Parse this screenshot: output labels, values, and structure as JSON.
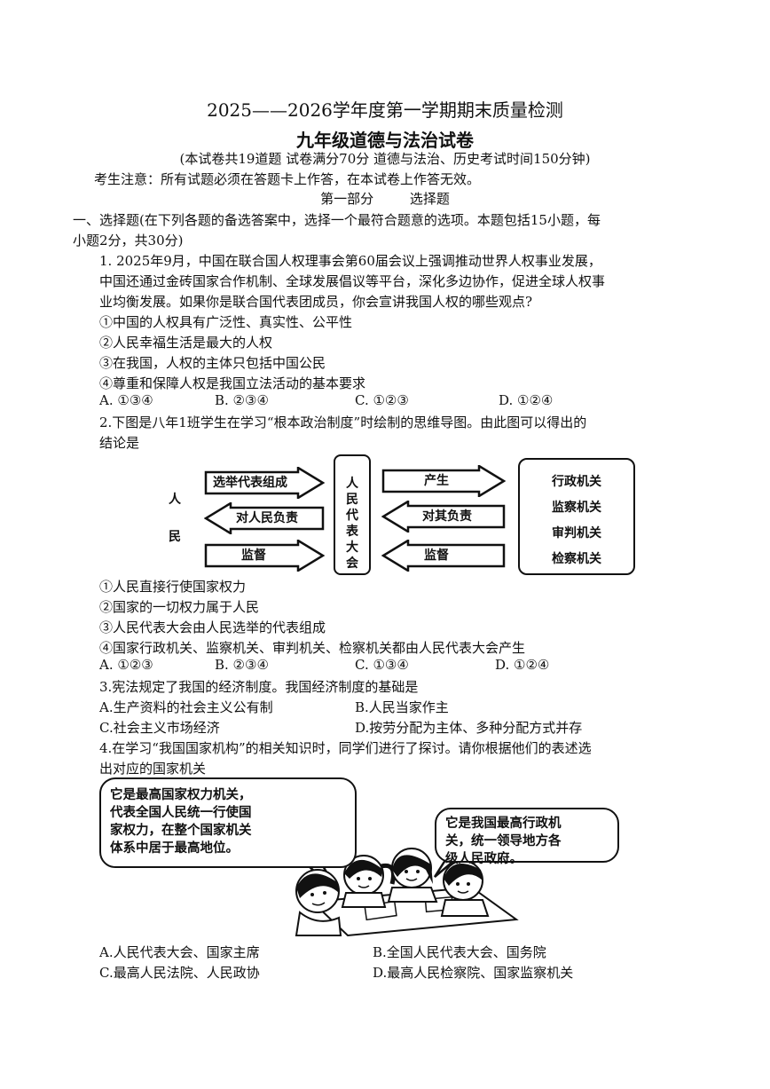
{
  "header": {
    "title": "2025——2026学年度第一学期期末质量检测",
    "subtitle": "九年级道德与法治试卷",
    "note": "(本试卷共19道题  试卷满分70分  道德与法治、历史考试时间150分钟)",
    "notice": "考生注意：所有试题必须在答题卡上作答，在本试卷上作答无效。"
  },
  "part": {
    "label": "第一部分",
    "name": "选择题"
  },
  "section": {
    "line1": "一、选择题(在下列各题的备选答案中，选择一个最符合题意的选项。本题包括15小题，每",
    "line2": "小题2分，共30分)"
  },
  "q1": {
    "lines": [
      "1. 2025年9月，中国在联合国人权理事会第60届会议上强调推动世界人权事业发展，",
      "中国还通过金砖国家合作机制、全球发展倡议等平台，深化多边协作，促进全球人权事",
      "业均衡发展。如果你是联合国代表团成员，你会宣讲我国人权的哪些观点?"
    ],
    "items": [
      "①中国的人权具有广泛性、真实性、公平性",
      "②人民幸福生活是最大的人权",
      "③在我国，人权的主体只包括中国公民",
      "④尊重和保障人权是我国立法活动的基本要求"
    ],
    "options": [
      "A. ①③④",
      "B. ②③④",
      "C. ①②③",
      "D. ①②④"
    ]
  },
  "q2": {
    "lines": [
      "2.下图是八年1班学生在学习“根本政治制度”时绘制的思维导图。由此图可以得出的",
      "结论是"
    ],
    "diagram": {
      "people": [
        "人",
        "民"
      ],
      "left_arrows": [
        "选举代表组成",
        "对人民负责",
        "监督"
      ],
      "center": [
        "人",
        "民",
        "代",
        "表",
        "大",
        "会"
      ],
      "right_arrows": [
        "产生",
        "对其负责",
        "监督"
      ],
      "organs": [
        "行政机关",
        "监察机关",
        "审判机关",
        "检察机关"
      ]
    },
    "items": [
      "①人民直接行使国家权力",
      "②国家的一切权力属于人民",
      "③人民代表大会由人民选举的代表组成",
      "④国家行政机关、监察机关、审判机关、检察机关都由人民代表大会产生"
    ],
    "options": [
      "A. ①②③",
      "B. ②③④",
      "C. ①③④",
      "D. ①②④"
    ]
  },
  "q3": {
    "line": "3.宪法规定了我国的经济制度。我国经济制度的基础是",
    "options": [
      "A.生产资料的社会主义公有制",
      "B.人民当家作主",
      "C.社会主义市场经济",
      "D.按劳分配为主体、多种分配方式并存"
    ]
  },
  "q4": {
    "lines": [
      "4.在学习“我国国家机构”的相关知识时，同学们进行了探讨。请你根据他们的表述选",
      "出对应的国家机关"
    ],
    "bubble_left": [
      "它是最高国家权力机关，",
      "代表全国人民统一行使国",
      "家权力，在整个国家机关",
      "体系中居于最高地位。"
    ],
    "bubble_right": [
      "它是我国最高行政机",
      "关，统一领导地方各",
      "级人民政府。"
    ],
    "options": [
      "A.人民代表大会、国家主席",
      "B.全国人民代表大会、国务院",
      "C.最高人民法院、人民政协",
      "D.最高人民检察院、国家监察机关"
    ]
  }
}
